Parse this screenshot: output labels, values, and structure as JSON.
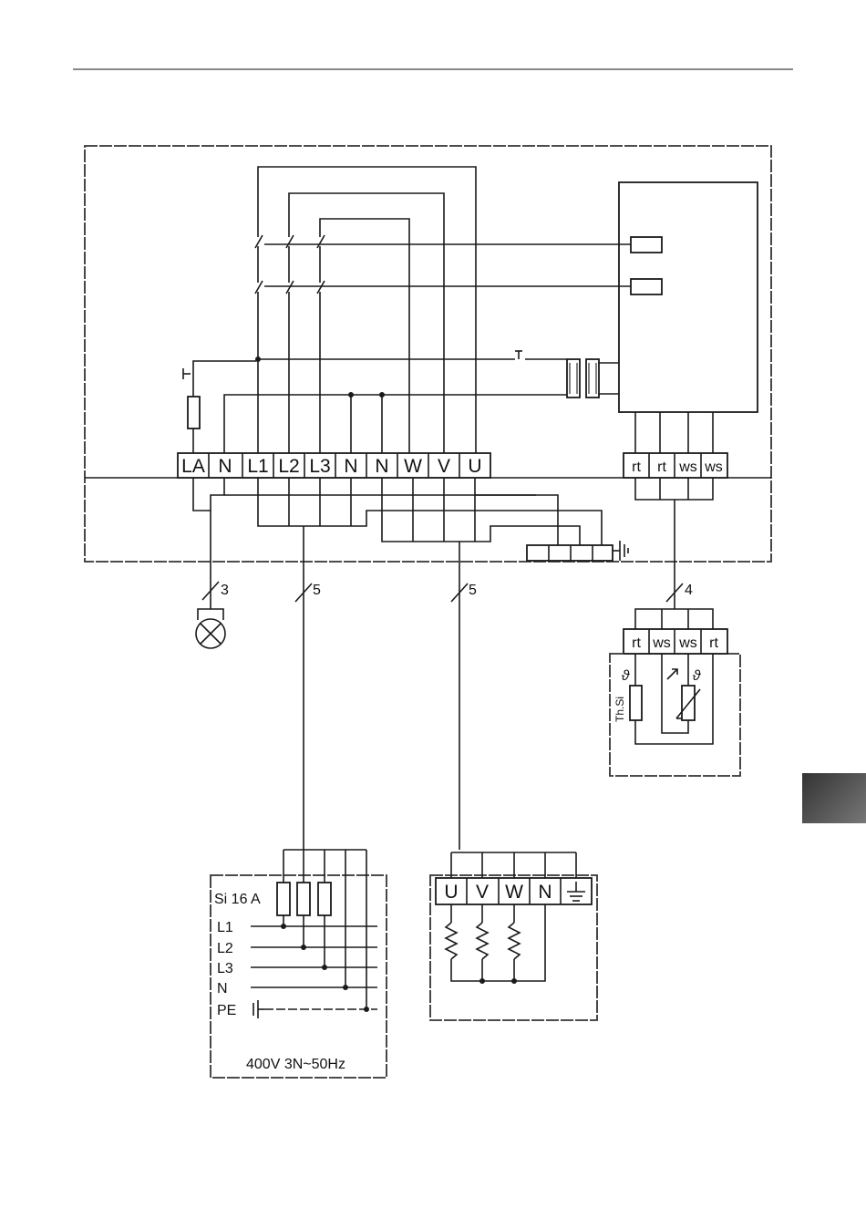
{
  "terminals_main": [
    "LA",
    "N",
    "L1",
    "L2",
    "L3",
    "N",
    "N",
    "W",
    "V",
    "U"
  ],
  "terminals_sensor_board": [
    "rt",
    "rt",
    "ws",
    "ws"
  ],
  "terminals_sensor": [
    "rt",
    "ws",
    "ws",
    "rt"
  ],
  "cable_counts": {
    "lamp": "3",
    "supply": "5",
    "heater": "5",
    "sensor": "4"
  },
  "sensor_label": "Th.Si",
  "theta_symbol": "ϑ",
  "supply": {
    "fuse_label": "Si 16 A",
    "lines": [
      "L1",
      "L2",
      "L3",
      "N",
      "PE"
    ],
    "voltage": "400V 3N~50Hz"
  },
  "heater_terminals": [
    "U",
    "V",
    "W",
    "N"
  ],
  "colors": {
    "line": "#1a1a1a",
    "tab": "#4a4a4a"
  }
}
